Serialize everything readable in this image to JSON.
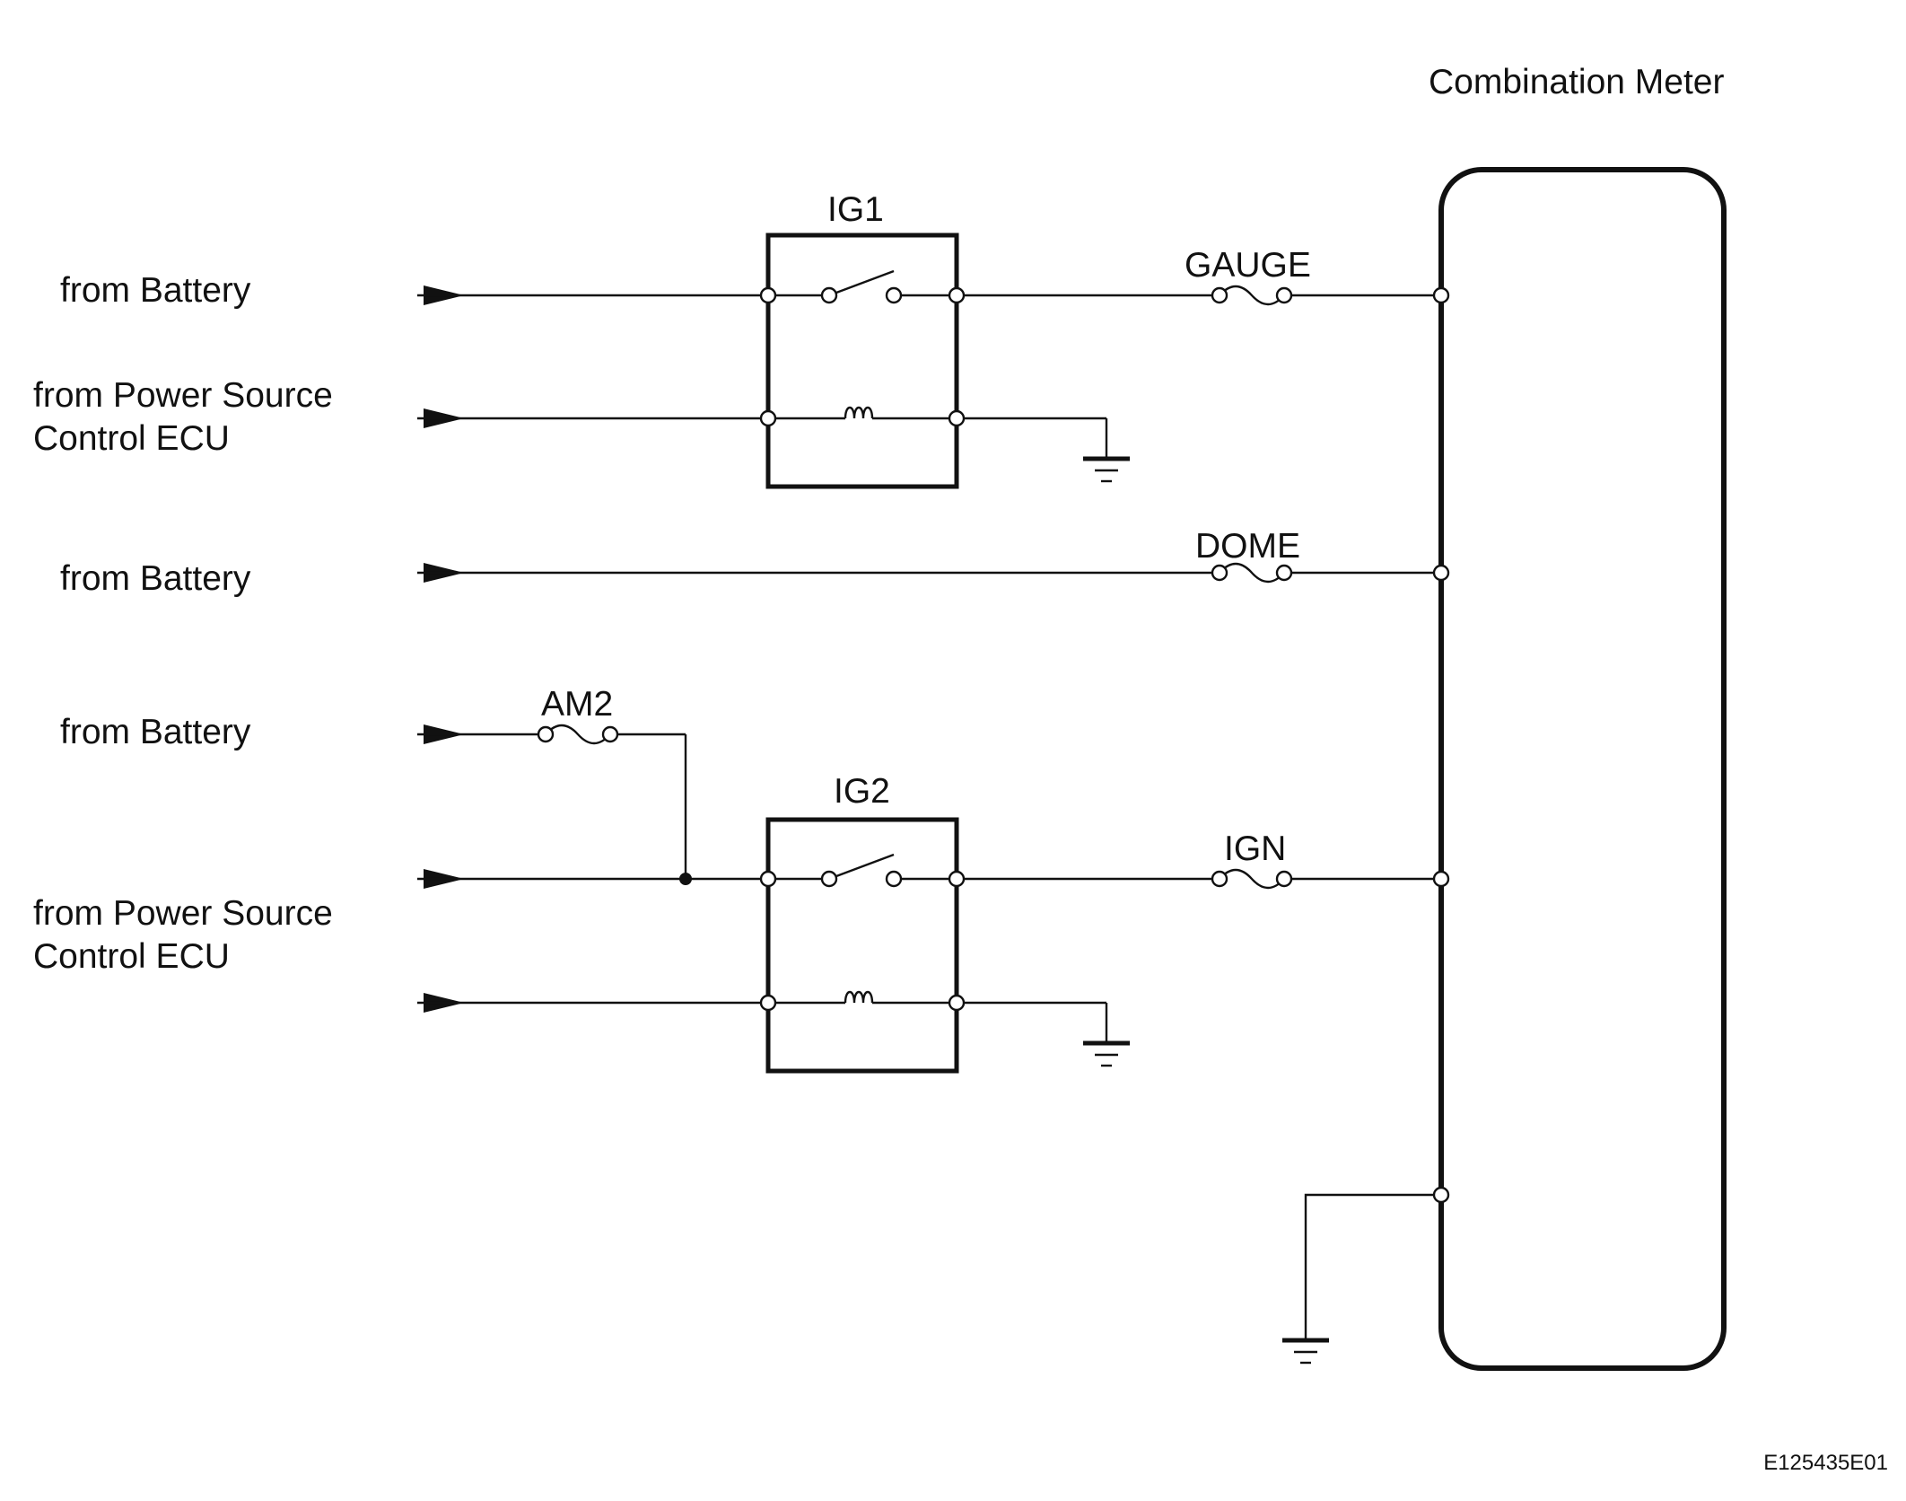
{
  "labels": {
    "combination_meter": "Combination Meter",
    "source_battery_1": "from Battery",
    "source_ecu_1_line1": "from Power Source",
    "source_ecu_1_line2": "Control ECU",
    "source_battery_2": "from Battery",
    "source_battery_3": "from Battery",
    "source_ecu_2_line1": "from Power Source",
    "source_ecu_2_line2": "Control ECU"
  },
  "relays": {
    "ig1": "IG1",
    "ig2": "IG2"
  },
  "fuses": {
    "gauge": "GAUGE",
    "dome": "DOME",
    "am2": "AM2",
    "ign": "IGN"
  },
  "figure_code": "E125435E01"
}
